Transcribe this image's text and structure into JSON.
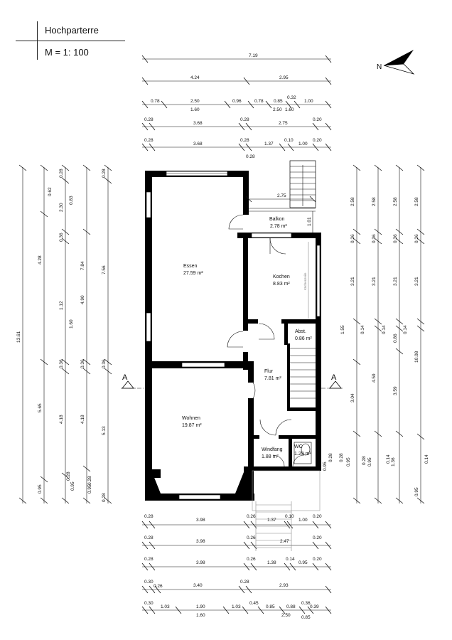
{
  "header": {
    "title": "Hochparterre",
    "scale": "M = 1: 100"
  },
  "north_arrow": {
    "label": "N",
    "icon": "north-arrow-icon"
  },
  "section_markers": [
    {
      "label": "A"
    },
    {
      "label": "A"
    }
  ],
  "rooms": [
    {
      "name": "Essen",
      "area": "27.59 m²"
    },
    {
      "name": "Balkon",
      "area": "2.78 m²"
    },
    {
      "name": "Kochen",
      "area": "8.83 m²"
    },
    {
      "name": "Abst.",
      "area": "0.86 m²"
    },
    {
      "name": "Flur",
      "area": "7.81 m²"
    },
    {
      "name": "Wohnen",
      "area": "19.87 m²"
    },
    {
      "name": "Windfang",
      "area": "1.88 m²"
    },
    {
      "name": "WC",
      "area": "1.29 m²"
    }
  ],
  "kitchen_label": "Küchenzeile",
  "dims_top": [
    [
      "7.19"
    ],
    [
      "4.24",
      "2.95"
    ],
    [
      "0.78",
      "2.50",
      "0.96",
      "0.78",
      "0.85",
      "0.32",
      "1.00",
      "1.60",
      "2.50",
      "1.60"
    ],
    [
      "0.28",
      "3.68",
      "0.28",
      "2.75",
      "0.20"
    ],
    [
      "0.28",
      "3.68",
      "0.28",
      "1.37",
      "0.10",
      "1.00",
      "0.20",
      "0.28"
    ]
  ],
  "dims_bottom": [
    [
      "0.28",
      "3.98",
      "0.26",
      "1.37",
      "0.10",
      "1.00",
      "0.20"
    ],
    [
      "0.28",
      "3.98",
      "0.26",
      "2.47",
      "0.20"
    ],
    [
      "0.28",
      "3.98",
      "0.26",
      "1.38",
      "0.14",
      "0.95",
      "0.20"
    ],
    [
      "0.30",
      "0.26",
      "3.40",
      "0.28",
      "2.93"
    ],
    [
      "0.30",
      "1.03",
      "1.90",
      "1.03",
      "0.45",
      "0.85",
      "0.88",
      "0.36",
      "0.39",
      "1.60",
      "2.50",
      "0.85"
    ]
  ],
  "dims_left": [
    [
      "13.61"
    ],
    [
      "0.62",
      "4.28",
      "5.65",
      "0.95"
    ],
    [
      "0.28",
      "0.83",
      "2.30",
      "0.36",
      "1.12",
      "1.60",
      "0.36",
      "4.18",
      "0.28",
      "0.95"
    ],
    [
      "7.84",
      "4.90",
      "0.36",
      "4.18",
      "0.28",
      "0.95"
    ],
    [
      "0.28",
      "7.56",
      "0.36",
      "5.13",
      "0.28"
    ]
  ],
  "dims_right": [
    [
      "2.58",
      "0.36",
      "3.21",
      "1.55",
      "3.04",
      "0.28",
      "0.95"
    ],
    [
      "2.58",
      "0.36",
      "3.21",
      "0.14",
      "4.59",
      "0.28",
      "0.95"
    ],
    [
      "2.58",
      "0.36",
      "3.21",
      "0.14",
      "0.86",
      "3.59",
      "0.14",
      "1.36"
    ],
    [
      "2.58",
      "0.36",
      "3.21",
      "0.14",
      "10.08",
      "0.14",
      "0.95"
    ]
  ],
  "inner_dims": [
    "2.75",
    "1.01",
    "0.95",
    "0.28"
  ]
}
